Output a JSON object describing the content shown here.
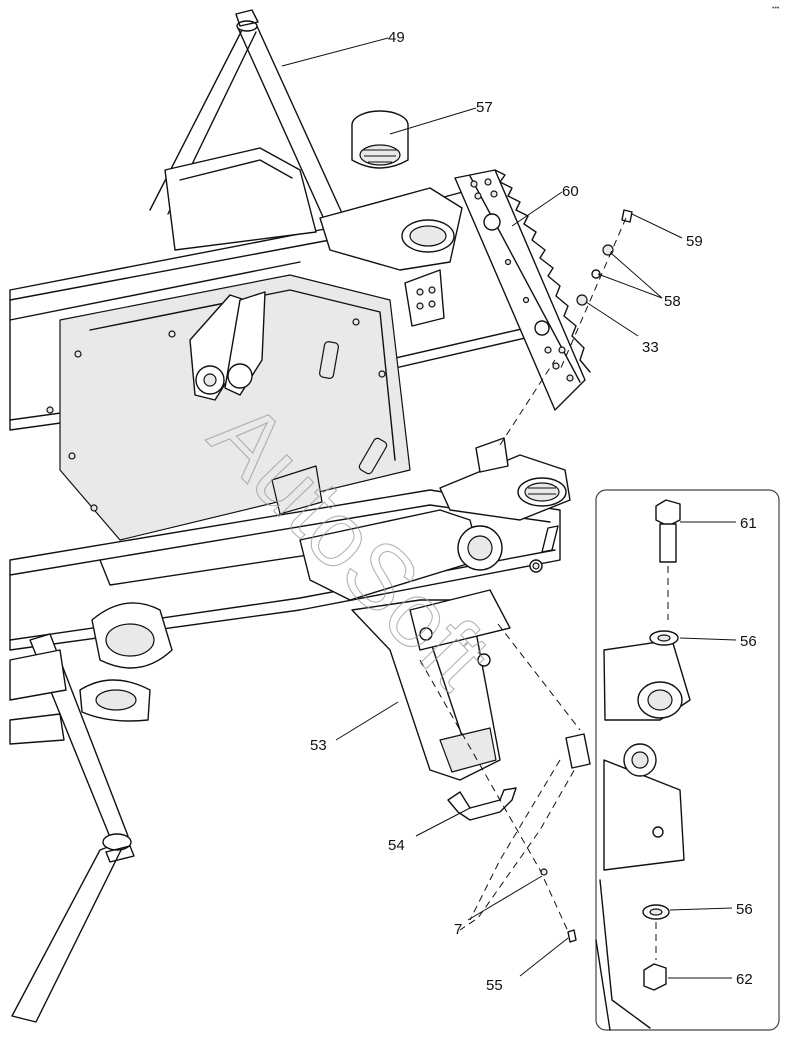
{
  "watermark": "AutoSoft",
  "corner_mark": "•••",
  "callouts": [
    {
      "label": "49",
      "part": "tie-rod"
    },
    {
      "label": "57",
      "part": "round-connector"
    },
    {
      "label": "60",
      "part": "mounting-plate"
    },
    {
      "label": "59",
      "part": "screw"
    },
    {
      "label": "58",
      "part": "washers"
    },
    {
      "label": "33",
      "part": "nut"
    },
    {
      "label": "53",
      "part": "lower-bracket"
    },
    {
      "label": "54",
      "part": "clamp-strap"
    },
    {
      "label": "7",
      "part": "small-nut"
    },
    {
      "label": "55",
      "part": "small-screw"
    },
    {
      "label": "61",
      "part": "hex-bolt"
    },
    {
      "label": "56",
      "part": "upper-washer"
    },
    {
      "label": "56",
      "part": "lower-washer"
    },
    {
      "label": "62",
      "part": "hex-nut"
    }
  ]
}
